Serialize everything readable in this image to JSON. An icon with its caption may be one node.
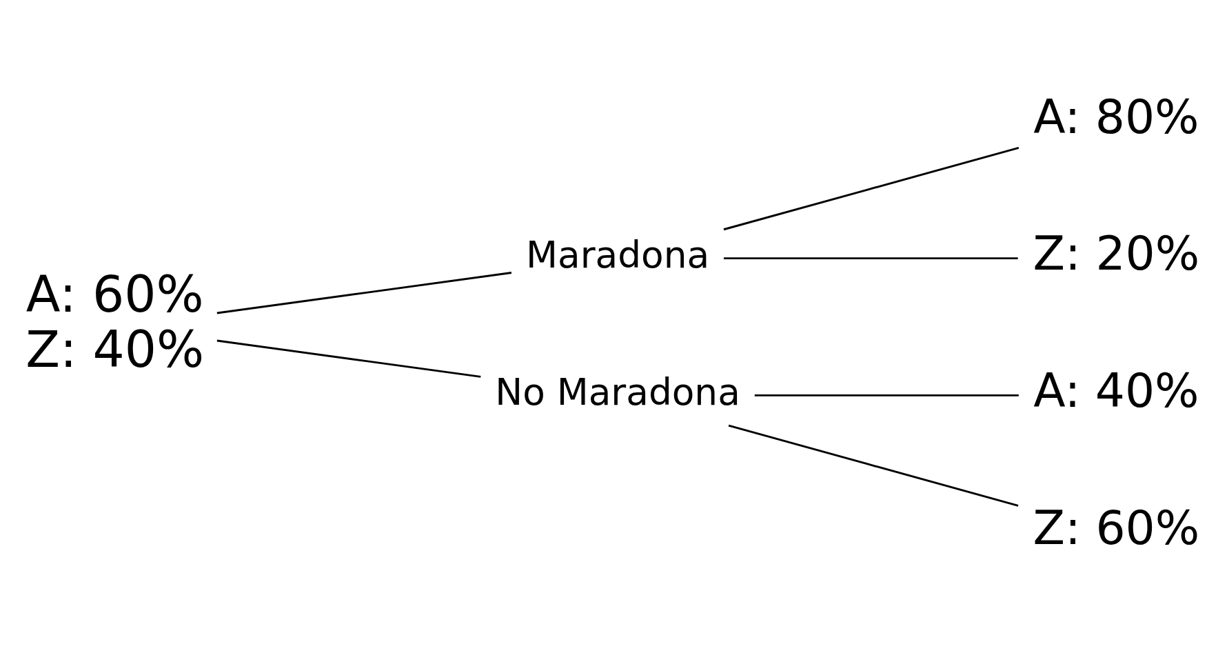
{
  "diagram": {
    "nodes": [
      {
        "text": [
          "A: 60%",
          "Z: 40%"
        ]
      },
      {
        "text": [
          "Maradona"
        ]
      },
      {
        "text": [
          "No Maradona"
        ]
      },
      {
        "text": [
          "A: 80%"
        ]
      },
      {
        "text": [
          "Z: 20%"
        ]
      },
      {
        "text": [
          "A: 40%"
        ]
      },
      {
        "text": [
          "Z: 60%"
        ]
      }
    ],
    "edges": [
      {
        "from": 0,
        "to": 1,
        "arrow": "none"
      },
      {
        "from": 0,
        "to": 2,
        "arrow": "none"
      },
      {
        "from": 1,
        "to": 3,
        "arrow": "none"
      },
      {
        "from": 1,
        "to": 4,
        "arrow": "none"
      },
      {
        "from": 2,
        "to": 5,
        "arrow": "none"
      },
      {
        "from": 2,
        "to": 6,
        "arrow": "none"
      }
    ]
  }
}
